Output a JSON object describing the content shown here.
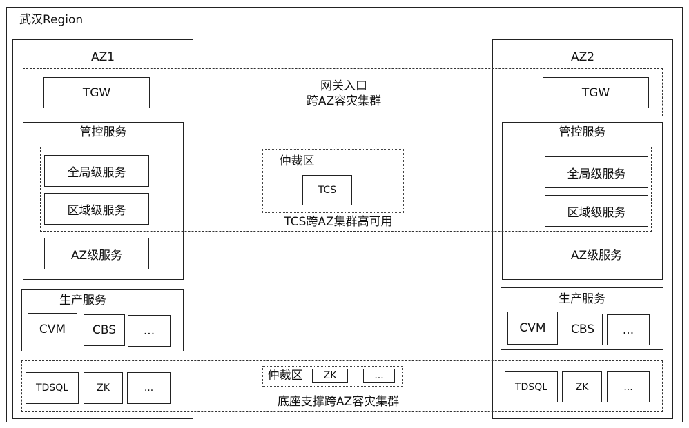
{
  "region": {
    "title": "武汉Region"
  },
  "az1": {
    "title": "AZ1",
    "gateway": "TGW",
    "mgmt": {
      "title": "管控服务",
      "global": "全局级服务",
      "regional": "区域级服务",
      "az": "AZ级服务"
    },
    "prod": {
      "title": "生产服务",
      "cvm": "CVM",
      "cbs": "CBS",
      "more": "..."
    },
    "base": {
      "tdsql": "TDSQL",
      "zk": "ZK",
      "more": "..."
    }
  },
  "az2": {
    "title": "AZ2",
    "gateway": "TGW",
    "mgmt": {
      "title": "管控服务",
      "global": "全局级服务",
      "regional": "区域级服务",
      "az": "AZ级服务"
    },
    "prod": {
      "title": "生产服务",
      "cvm": "CVM",
      "cbs": "CBS",
      "more": "..."
    },
    "base": {
      "tdsql": "TDSQL",
      "zk": "ZK",
      "more": "..."
    }
  },
  "gateway_cluster": {
    "line1": "网关入口",
    "line2": "跨AZ容灾集群"
  },
  "tcs_cluster": {
    "arb_title": "仲裁区",
    "tcs": "TCS",
    "caption": "TCS跨AZ集群高可用"
  },
  "base_cluster": {
    "arb_title": "仲裁区",
    "zk": "ZK",
    "more": "...",
    "caption": "底座支撑跨AZ容灾集群"
  }
}
